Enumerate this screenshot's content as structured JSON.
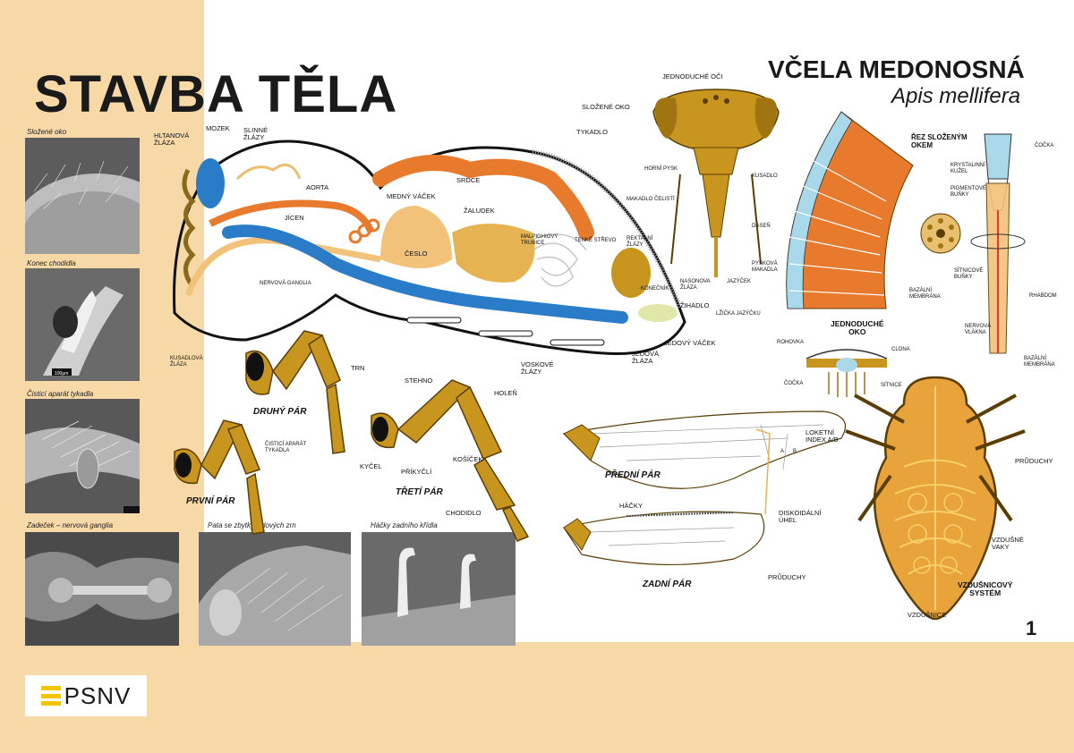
{
  "header": {
    "title": "STAVBA TĚLA",
    "species": "VČELA MEDONOSNÁ",
    "latin": "Apis mellifera",
    "page_number": "1"
  },
  "logo": {
    "text": "PSNV",
    "brand_color": "#f2c500"
  },
  "photos": [
    {
      "caption": "Složené oko"
    },
    {
      "caption": "Konec chodidla"
    },
    {
      "caption": "Čisticí aparát tykadla"
    },
    {
      "caption": "Zadeček – nervová ganglia"
    },
    {
      "caption": "Pata se zbytky pylových zrn"
    },
    {
      "caption": "Háčky zadního křídla"
    }
  ],
  "scale_label": "100µm",
  "anatomy": {
    "hltanova": "HLTANOVÁ\nŽLÁZA",
    "mozek": "MOZEK",
    "slinne": "SLINNÉ\nŽLÁZY",
    "aorta": "AORTA",
    "jicen": "JÍCEN",
    "medny": "MEDNÝ VÁČEK",
    "srdce": "SRDCE",
    "zaludek": "ŽALUDEK",
    "malpighi": "MALPIGHIOVY\nTRUBICE",
    "strevo": "TENKÉ STŘEVO",
    "rektalni": "REKTÁLNÍ\nŽLÁZY",
    "ceslo": "ČESLO",
    "ganglia": "NERVOVÁ GANGLIA",
    "konecnik": "KONEČNÍK",
    "zihadlo": "ŽIHADLO",
    "jedovy": "JEDOVÝ VÁČEK",
    "jedova": "JEDOVÁ\nŽLÁZA",
    "voskove": "VOSKOVÉ\nŽLÁZY",
    "kusadlova": "KUSADLOVÁ\nŽLÁZA",
    "trn": "TRN"
  },
  "legs": {
    "druhy": "DRUHÝ PÁR",
    "prvni": "PRVNÍ PÁR",
    "treti": "TŘETÍ PÁR",
    "cistici": "ČISTICÍ APARÁT\nTYKADLA",
    "stehno": "STEHNO",
    "holen": "HOLEŇ",
    "kycel": "KYČEL",
    "prikycli": "PŘÍKYČLÍ",
    "kosicek": "KOŠÍČEK",
    "chodidlo": "CHODIDLO"
  },
  "head": {
    "jednoduche_oci": "JEDNODUCHÉ OČI",
    "slozene_oko": "SLOŽENÉ OKO",
    "tykadlo": "TYKADLO",
    "horni_pysk": "HORNÍ PYSK",
    "kusadlo": "KUSADLO",
    "makadlo_celisti": "MAKADLO ČELISTÍ",
    "dasen": "DÁSEŇ",
    "pyskova_makadla": "PYSKOVÁ\nMAKADLA",
    "nasonova": "NASONOVA\nŽLÁZA",
    "jazycek": "JAZÝČEK",
    "lzicka": "LŽIČKA JAZÝČKU"
  },
  "eye": {
    "rez": "ŘEZ SLOŽENÝM\nOKEM",
    "cocka": "ČOČKA",
    "krystalinni": "KRYSTALINNÍ\nKUŽEL",
    "pigmentove": "PIGMENTOVÉ\nBUŇKY",
    "sitnicove": "SÍTNICOVÉ\nBUŇKY",
    "rhabdom": "RHABDOM",
    "nervova_vlakna": "NERVOVÁ\nVLÁKNA",
    "bazalni": "BAZÁLNÍ\nMEMBRÁNA",
    "bazalni2": "BAZÁLNÍ\nMEMBRÁNA",
    "jednoduche_oko": "JEDNODUCHÉ\nOKO",
    "rohovka": "ROHOVKA",
    "clona": "CLONA",
    "cocka2": "ČOČKA",
    "sitnice": "SÍTNICE"
  },
  "wings": {
    "predni": "PŘEDNÍ PÁR",
    "zadni": "ZADNÍ PÁR",
    "hacky": "HÁČKY",
    "loketni": "LOKETNÍ\nINDEX A/B",
    "a": "A",
    "b": "B",
    "diskoidalni": "DISKOIDÁLNÍ\nÚHEL"
  },
  "tracheal": {
    "pruduchy_right": "PRŮDUCHY",
    "vzdusne_vaky": "VZDUŠNÉ\nVAKY",
    "pruduchy_left": "PRŮDUCHY",
    "system": "VZDUŠNICOVÝ\nSYSTÉM",
    "vzdusnice": "VZDUŠNICE"
  },
  "colors": {
    "background": "#f7d9a8",
    "cuticle": "#c8961f",
    "orange_organ": "#e87a2d",
    "blue_organ": "#2a7bc8",
    "light_organ": "#f2c27a"
  }
}
